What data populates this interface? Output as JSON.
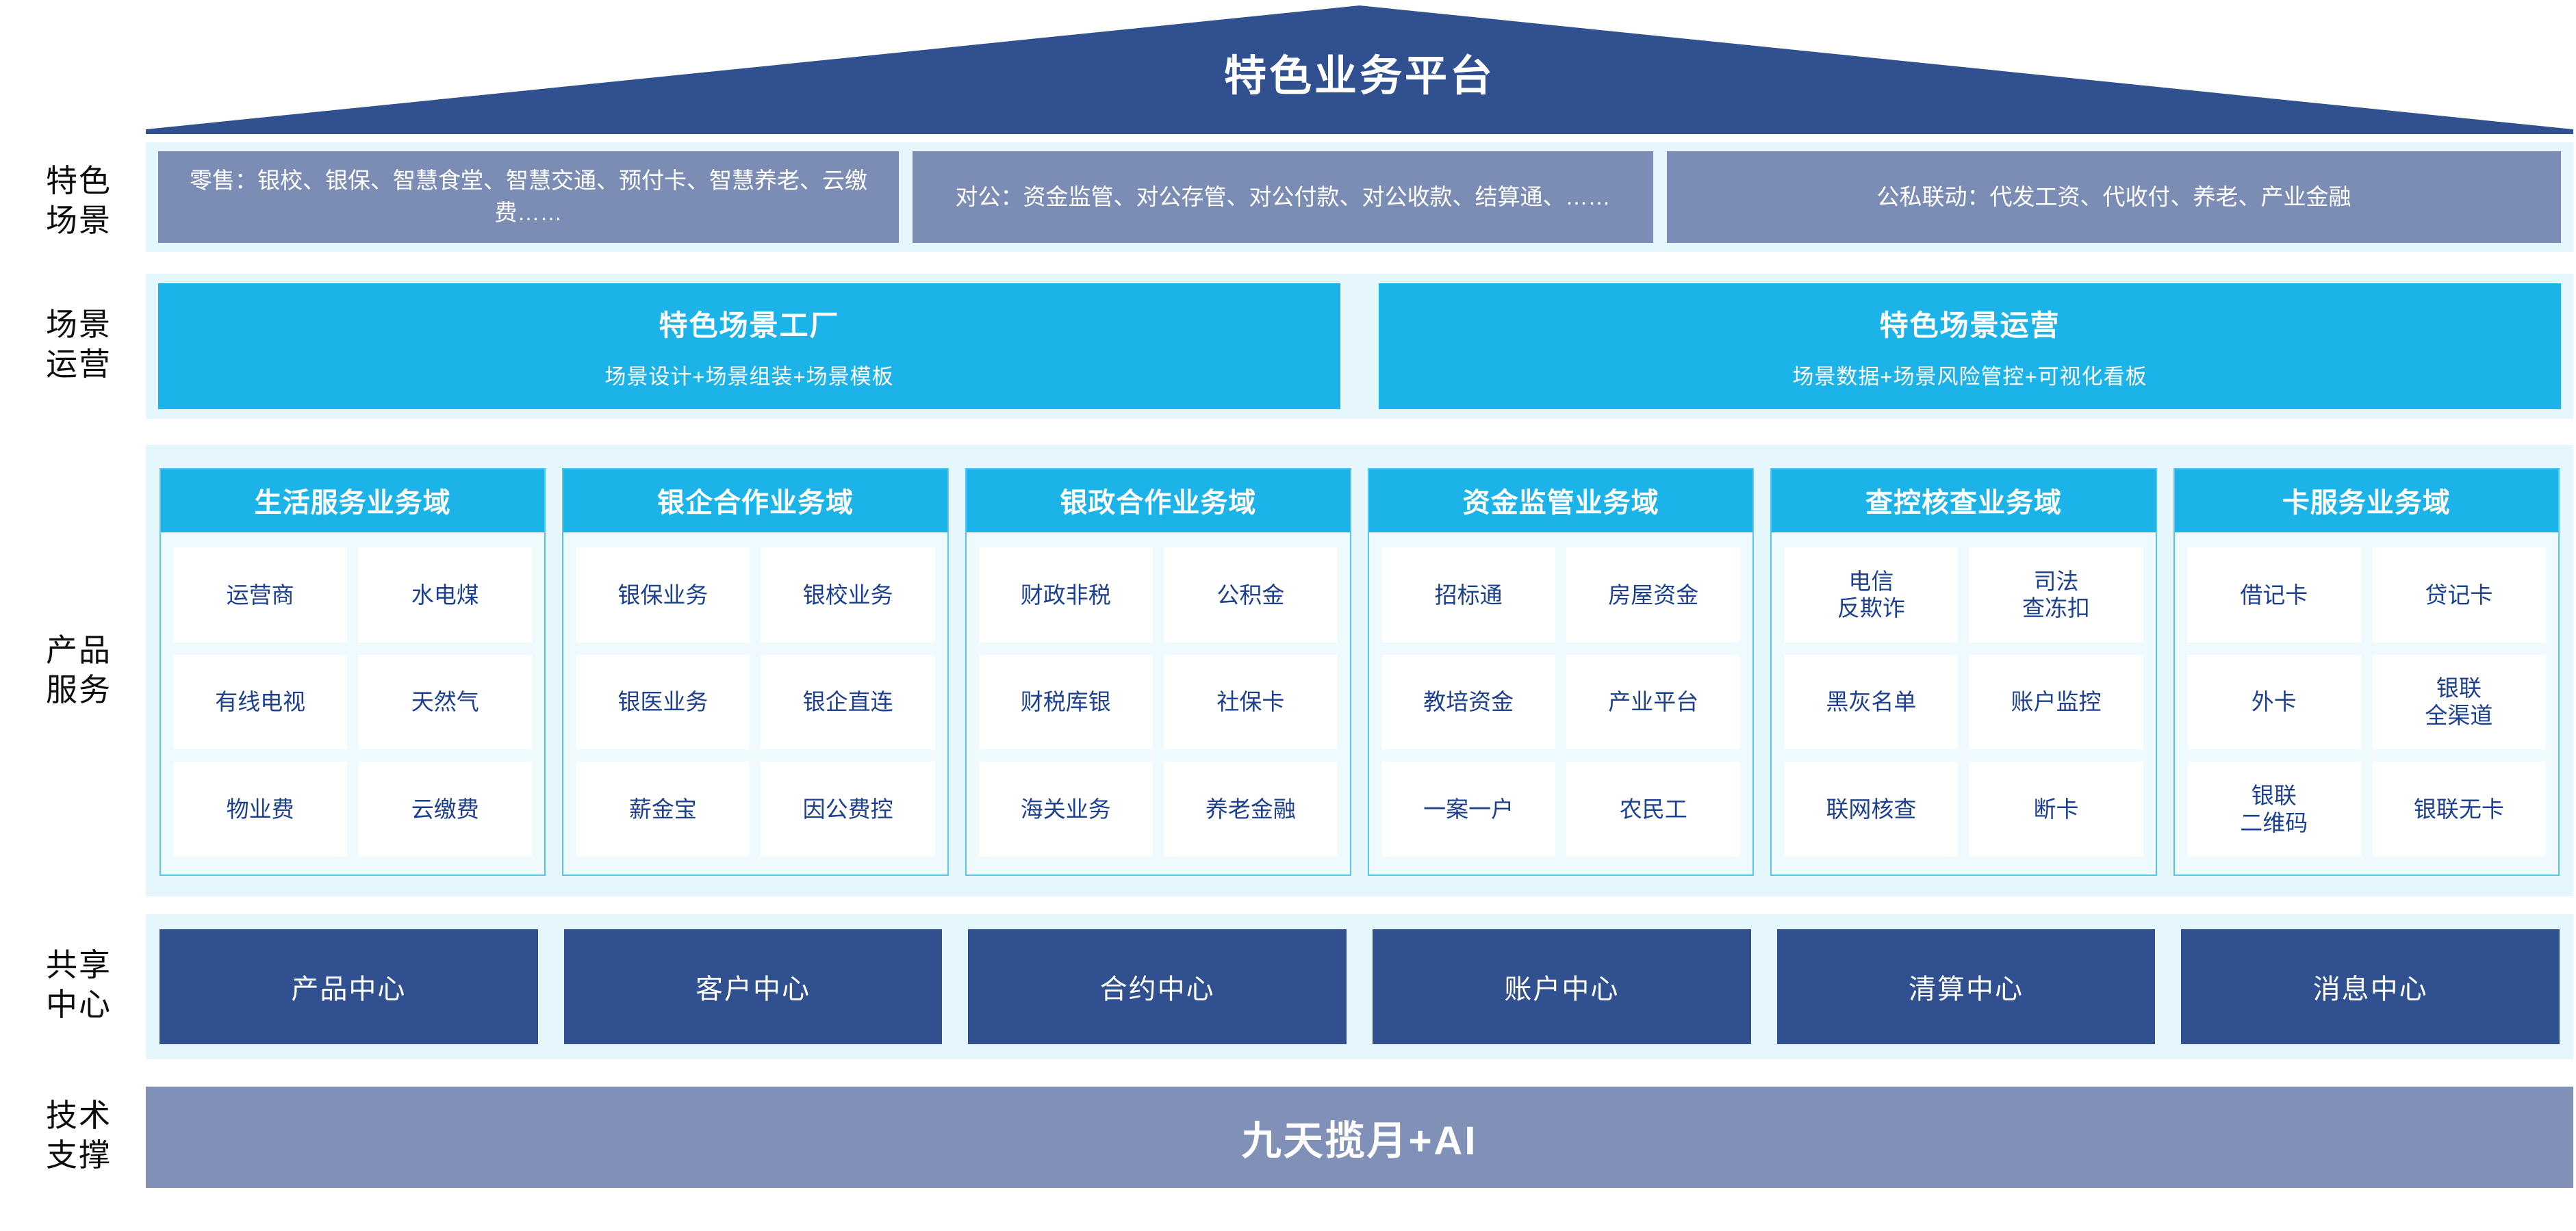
{
  "roof": {
    "title": "特色业务平台",
    "color": "#30508f"
  },
  "rail": {
    "scenario": "特色\n场景",
    "operations": "场景\n运营",
    "product": "产品\n服务",
    "shared": "共享\n中心",
    "tech": "技术\n支撑"
  },
  "scenarios": {
    "boxes": [
      {
        "text": "零售：银校、银保、智慧食堂、智慧交通、预付卡、智慧养老、云缴费……"
      },
      {
        "text": "对公：资金监管、对公存管、对公付款、对公收款、结算通、……"
      },
      {
        "text": "公私联动：代发工资、代收付、养老、产业金融"
      }
    ],
    "color": "#7c8db5"
  },
  "operations": {
    "boxes": [
      {
        "title": "特色场景工厂",
        "subtitle": "场景设计+场景组装+场景模板"
      },
      {
        "title": "特色场景运营",
        "subtitle": "场景数据+场景风险管控+可视化看板"
      }
    ],
    "color": "#1cb4e8"
  },
  "product": {
    "header_color": "#1cb4e8",
    "cell_text_color": "#1d3f8f",
    "columns": [
      {
        "title": "生活服务业务域",
        "items": [
          "运营商",
          "水电煤",
          "有线电视",
          "天然气",
          "物业费",
          "云缴费"
        ]
      },
      {
        "title": "银企合作业务域",
        "items": [
          "银保业务",
          "银校业务",
          "银医业务",
          "银企直连",
          "薪金宝",
          "因公费控"
        ]
      },
      {
        "title": "银政合作业务域",
        "items": [
          "财政非税",
          "公积金",
          "财税库银",
          "社保卡",
          "海关业务",
          "养老金融"
        ]
      },
      {
        "title": "资金监管业务域",
        "items": [
          "招标通",
          "房屋资金",
          "教培资金",
          "产业平台",
          "一案一户",
          "农民工"
        ]
      },
      {
        "title": "查控核查业务域",
        "items": [
          "电信\n反欺诈",
          "司法\n查冻扣",
          "黑灰名单",
          "账户监控",
          "联网核查",
          "断卡"
        ]
      },
      {
        "title": "卡服务业务域",
        "items": [
          "借记卡",
          "贷记卡",
          "外卡",
          "银联\n全渠道",
          "银联\n二维码",
          "银联无卡"
        ]
      }
    ]
  },
  "shared": {
    "color": "#30508f",
    "boxes": [
      "产品中心",
      "客户中心",
      "合约中心",
      "账户中心",
      "清算中心",
      "消息中心"
    ]
  },
  "tech": {
    "color": "#8090b7",
    "title": "九天揽月+AI"
  }
}
